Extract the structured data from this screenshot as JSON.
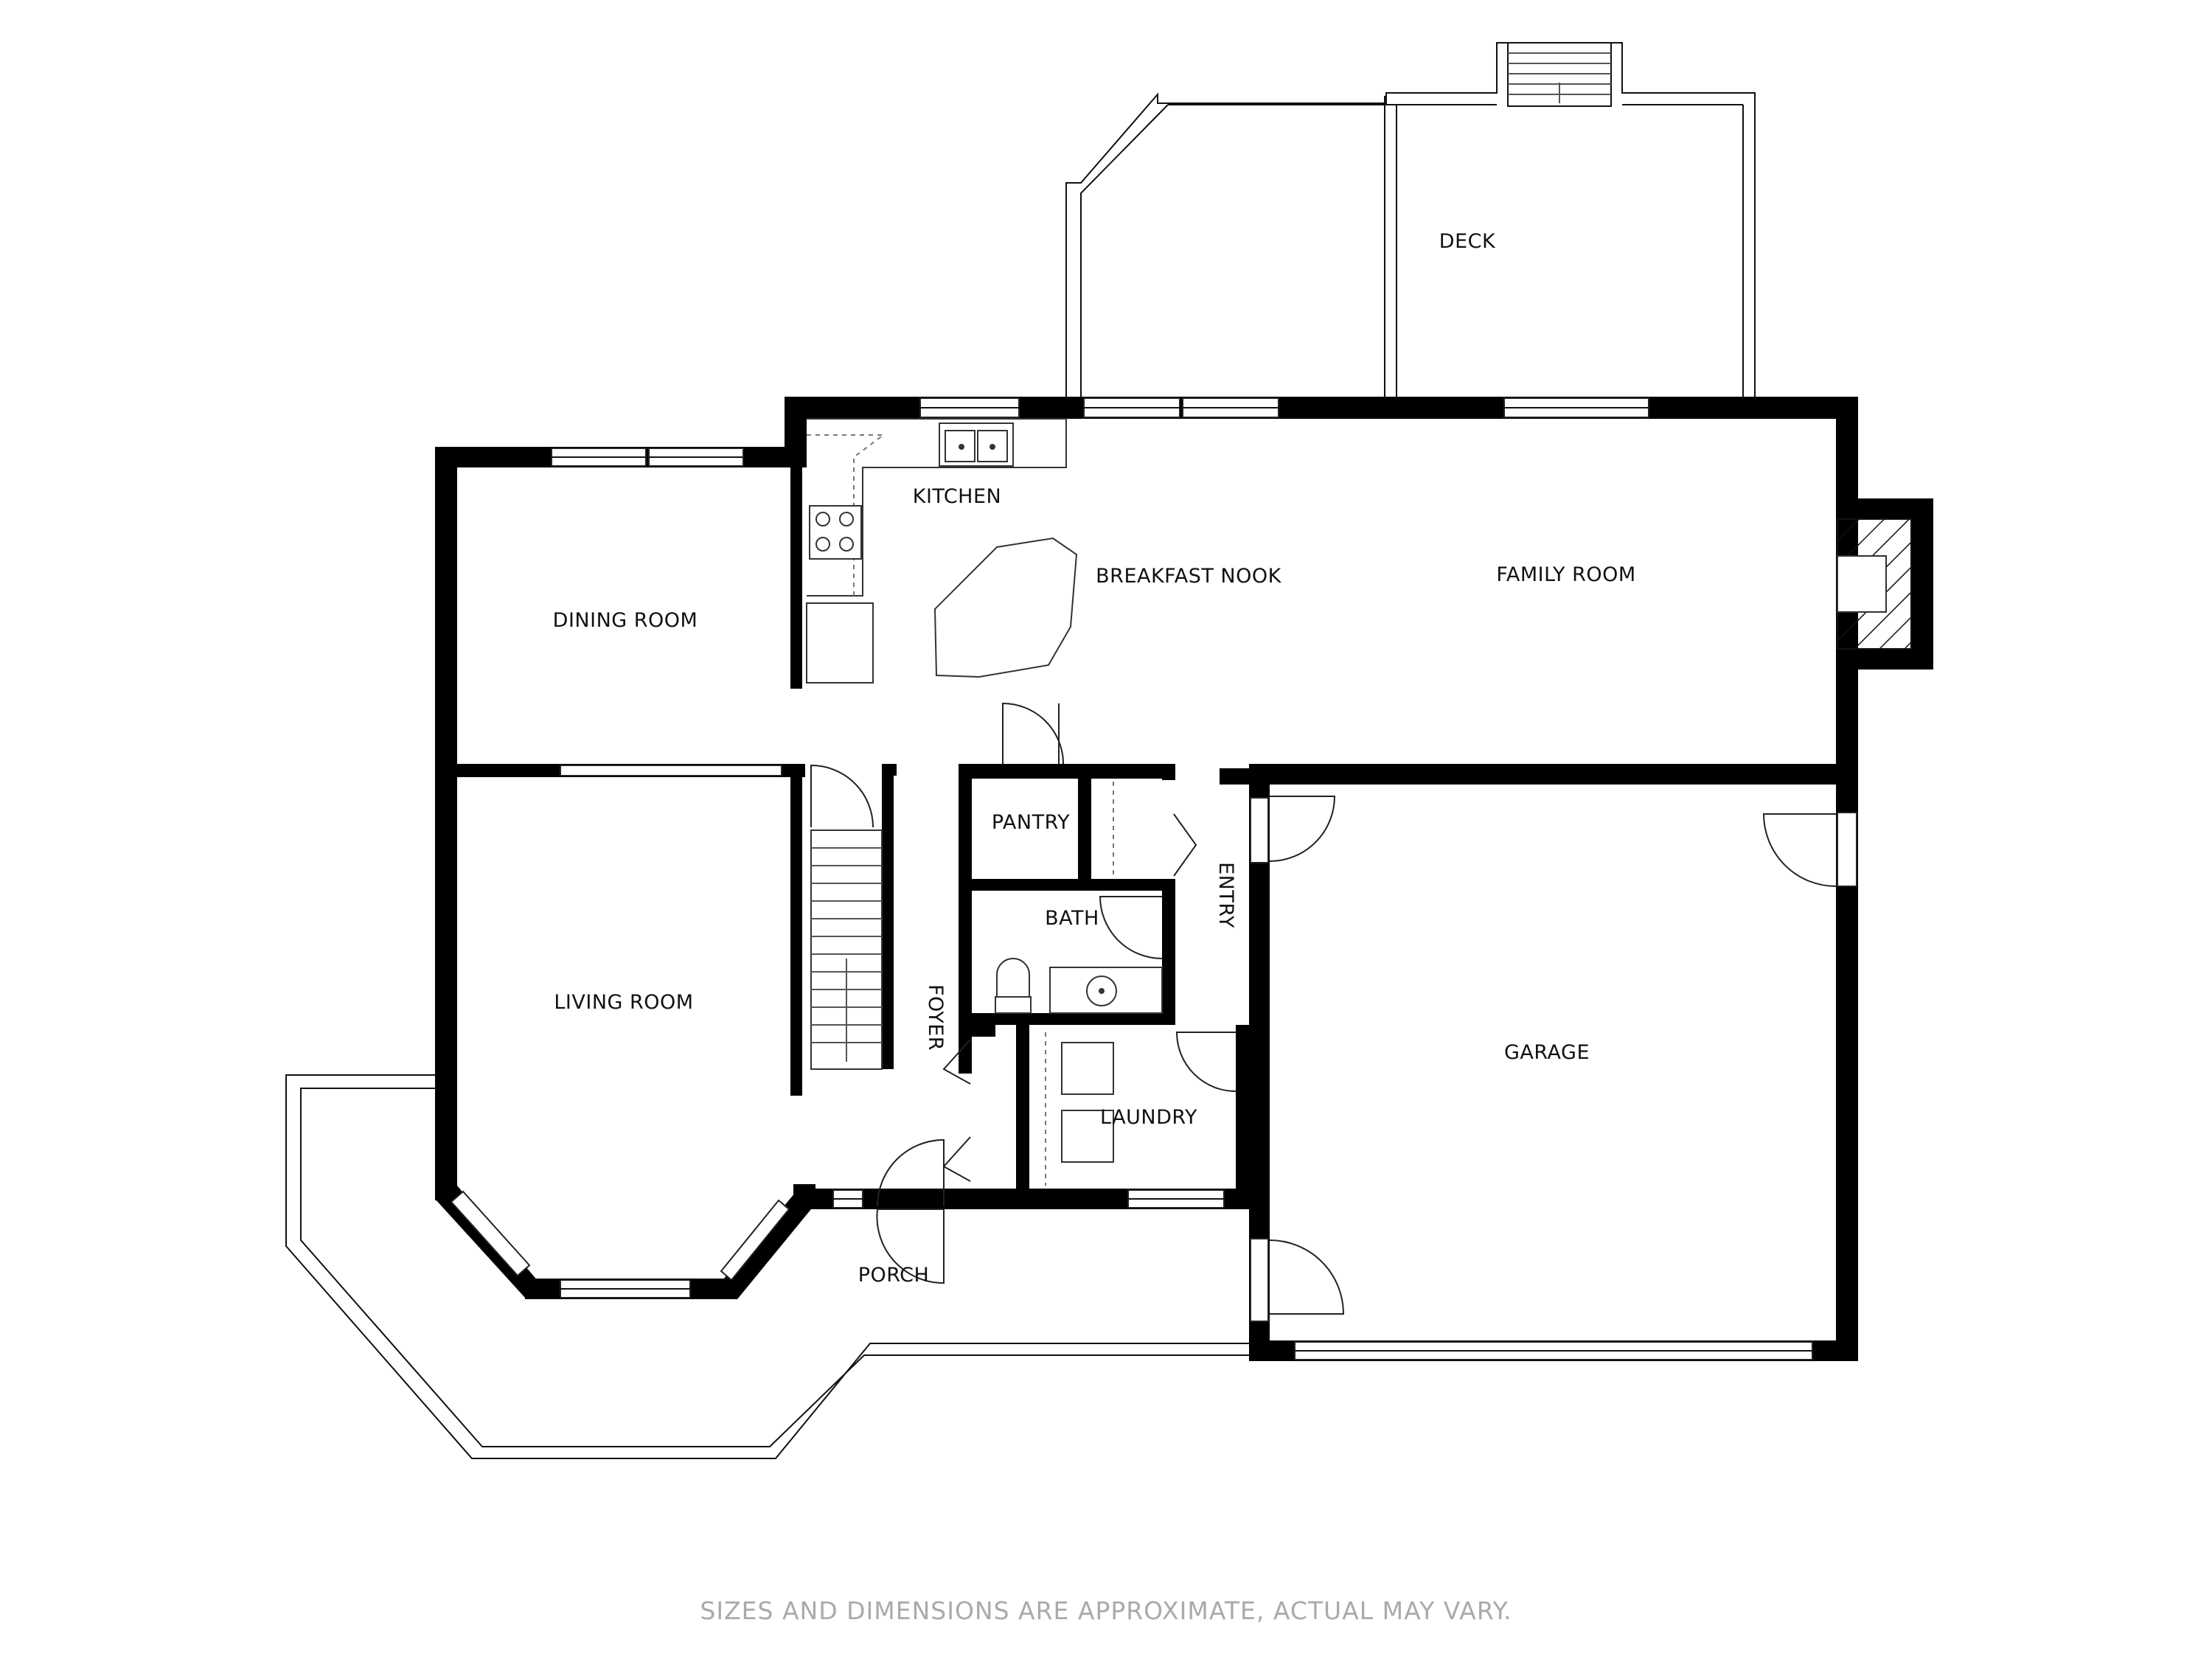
{
  "rooms": {
    "deck": "DECK",
    "kitchen": "KITCHEN",
    "breakfast_nook": "BREAKFAST NOOK",
    "family_room": "FAMILY ROOM",
    "dining_room": "DINING ROOM",
    "pantry": "PANTRY",
    "bath": "BATH",
    "entry": "ENTRY",
    "living_room": "LIVING ROOM",
    "foyer": "FOYER",
    "garage": "GARAGE",
    "laundry": "LAUNDRY",
    "porch": "PORCH"
  },
  "footer": {
    "disclaimer": "SIZES AND DIMENSIONS ARE APPROXIMATE, ACTUAL MAY VARY."
  }
}
